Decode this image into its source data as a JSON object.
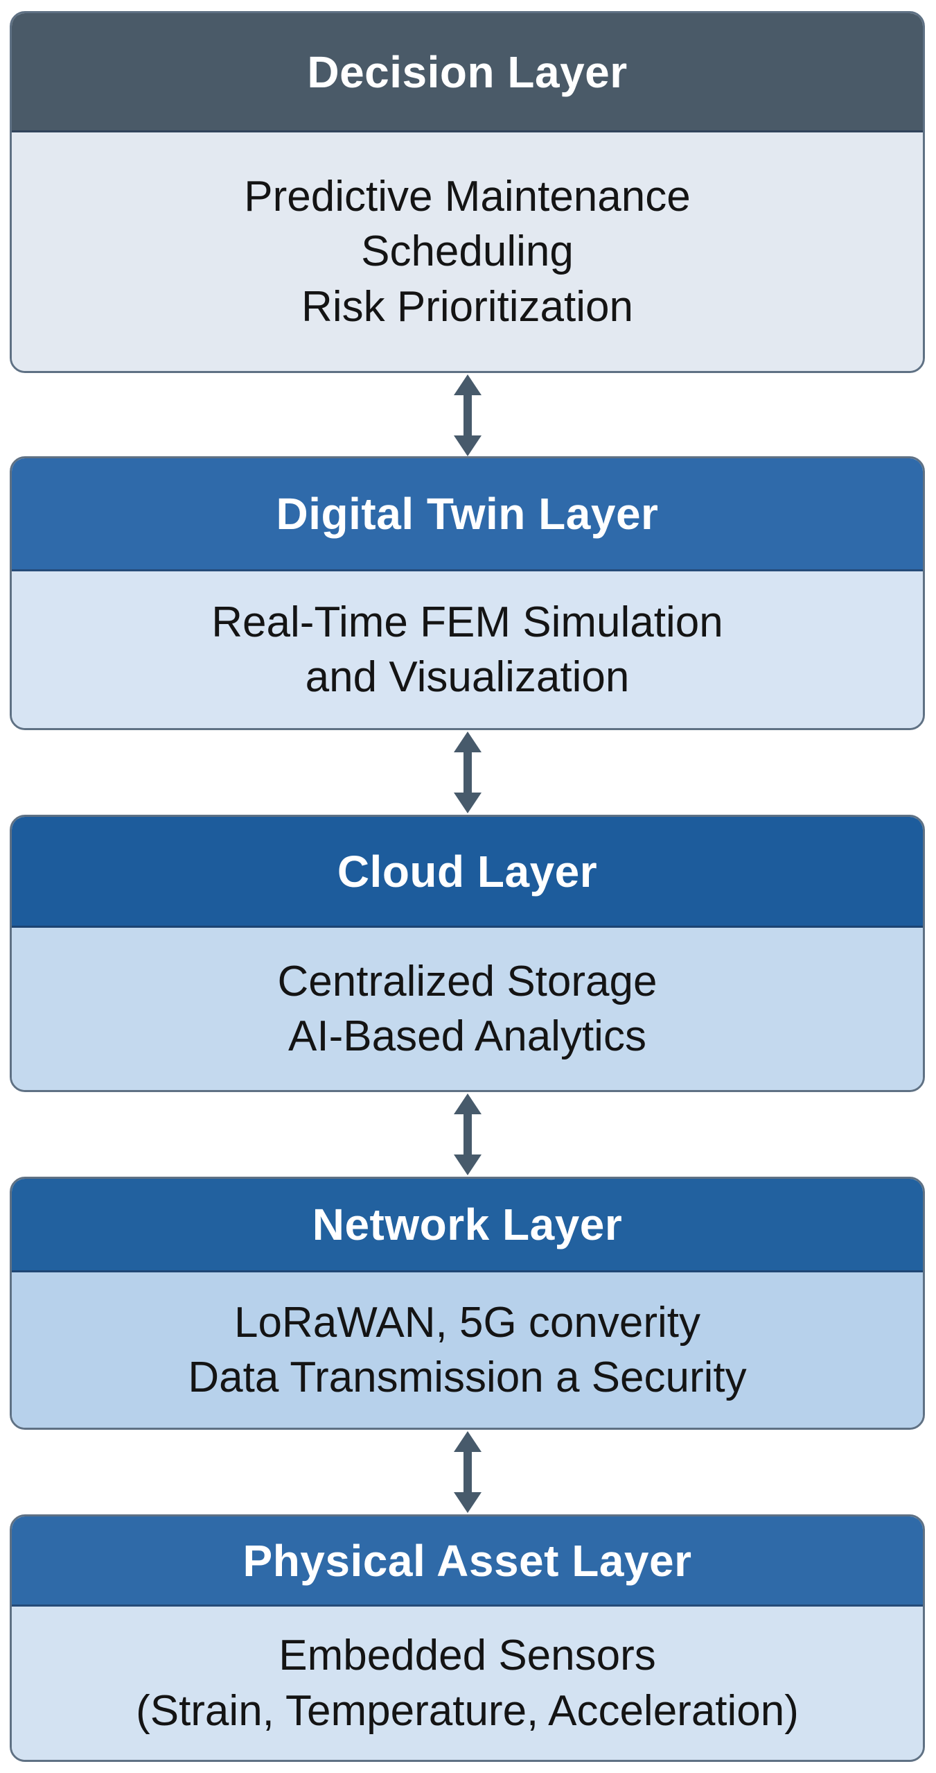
{
  "layers": [
    {
      "title": "Decision Layer",
      "lines": [
        "Predictive Maintenance",
        "Scheduling",
        "Risk Prioritization"
      ],
      "header_color": "#4a5a68",
      "body_color": "#e3e9f1"
    },
    {
      "title": "Digital Twin Layer",
      "lines": [
        "Real-Time FEM Simulation",
        "and Visualization"
      ],
      "header_color": "#2f6aaa",
      "body_color": "#d7e4f3"
    },
    {
      "title": "Cloud Layer",
      "lines": [
        "Centralized Storage",
        "AI-Based Analytics"
      ],
      "header_color": "#1d5c9c",
      "body_color": "#c4d9ee"
    },
    {
      "title": "Network Layer",
      "lines": [
        "LoRaWAN, 5G converity",
        "Data Transmission a Security"
      ],
      "header_color": "#22619f",
      "body_color": "#b7d1eb"
    },
    {
      "title": "Physical Asset Layer",
      "lines": [
        "Embedded Sensors",
        "(Strain, Temperature, Acceleration)"
      ],
      "header_color": "#2f6aa8",
      "body_color": "#d3e2f2"
    }
  ],
  "colors": {
    "arrow": "#475a6b",
    "border": "#5f7184"
  }
}
